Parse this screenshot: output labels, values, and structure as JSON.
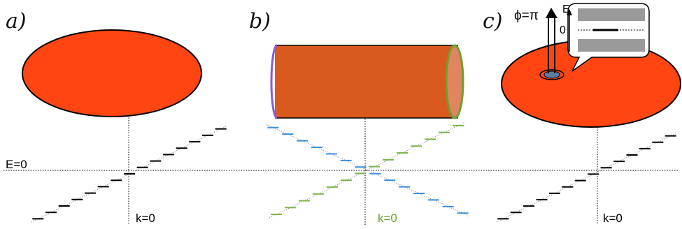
{
  "panels": [
    {
      "label": "a)",
      "k_label": "k=0",
      "k_color": "#000000"
    },
    {
      "label": "b)",
      "k_label": "k=0",
      "k_color": "#6aa12f"
    },
    {
      "label": "c)",
      "k_label": "k=0",
      "k_color": "#000000"
    }
  ],
  "axis": {
    "energy_label": "E=0"
  },
  "panel_c": {
    "flux_label": "ϕ=π",
    "inset_axis_label": "E",
    "inset_zero_label": "0"
  },
  "colors": {
    "disk_fill": "#ff4612",
    "cylinder_fill": "#d95a1e",
    "cylinder_cap": "#e0855f",
    "left_edge": "#8a5bd6",
    "right_edge": "#6aa12f",
    "branch_blue": "#3b8fde",
    "branch_green": "#7ab648",
    "levels": "#000000",
    "gap_band": "#9a9a9a"
  }
}
